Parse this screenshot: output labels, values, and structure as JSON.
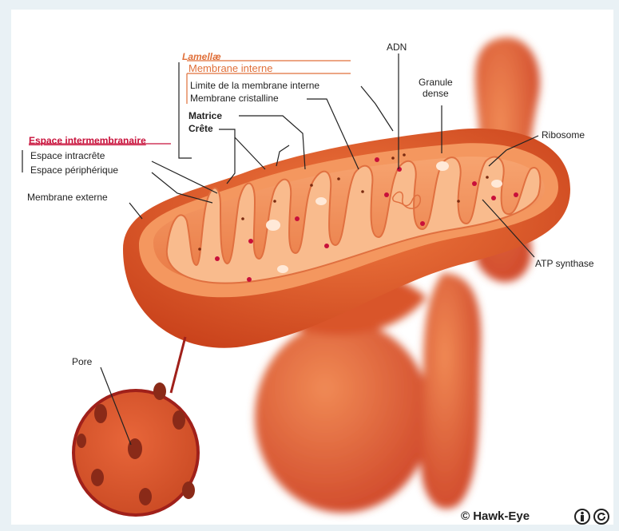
{
  "lamellae": {
    "heading": "Lamellæ",
    "subheading": "Membrane interne",
    "items": [
      "Limite de la membrane interne",
      "Membrane cristalline",
      "Matrice",
      "Crête"
    ]
  },
  "intermembrane": {
    "heading": "Espace intermembranaire",
    "items": [
      "Espace intracrête",
      "Espace périphérique"
    ]
  },
  "labels": {
    "outer_membrane": "Membrane externe",
    "dna": "ADN",
    "granule": "Granule\ndense",
    "ribosome": "Ribosome",
    "atp": "ATP synthase",
    "pore": "Pore"
  },
  "credit": "© Hawk-Eye",
  "license_icon": "cc-by-sa-icon",
  "colors": {
    "outer_membrane": "#e05a2a",
    "inner_fill": "#f6a06a",
    "cristae": "#f8b585",
    "ribosome_dot": "#c8103a",
    "label_red": "#c8103a",
    "label_orange": "#e0703a"
  }
}
